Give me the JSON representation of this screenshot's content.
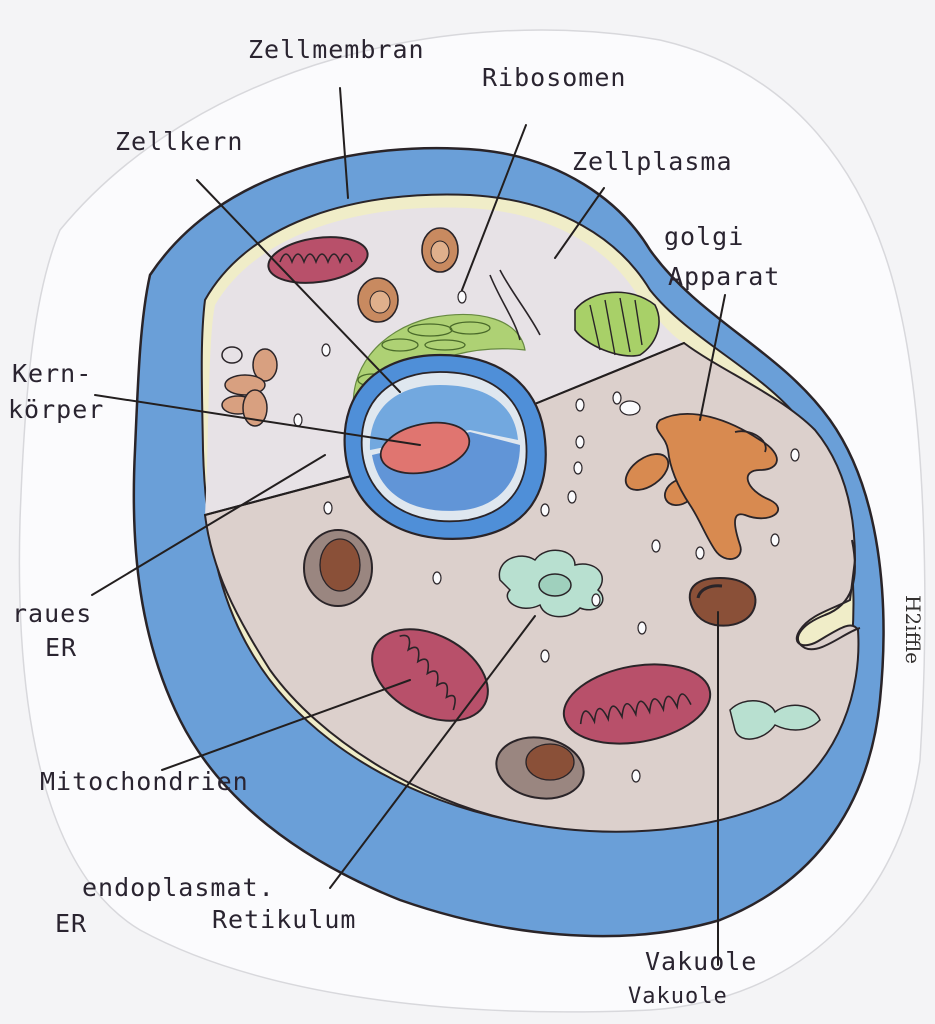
{
  "labels": {
    "zellmembran": "Zellmembran",
    "ribosomen": "Ribosomen",
    "zellkern": "Zellkern",
    "zellplasma": "Zellplasma",
    "golgi_line1": "golgi",
    "golgi_line2": "Apparat",
    "kernkoerper_line1": "Kern-",
    "kernkoerper_line2": "körper",
    "raues_er_line1": "raues",
    "raues_er_line2": "ER",
    "mitochondrien": "Mitochondrien",
    "endo_er_line1": "endoplasmat.",
    "endo_er_line2": "ER",
    "endo_retikulum": "Retikulum",
    "vakuole_line1": "Vakuole",
    "vakuole_line2": "Vakuole"
  },
  "signature": "H2iffle",
  "colors": {
    "paper": "#f4f4f6",
    "membrane_blue": "#6a9fd8",
    "cytoplasm": "#e4e0e4",
    "cut_surface": "#d8ccc8",
    "nucleus_blue": "#4f8fd8",
    "nucleolus": "#e07570",
    "mitochondria": "#b8506a",
    "golgi": "#d88a50",
    "er_green": "#a8d068",
    "smooth_er": "#6cb8a0",
    "vacuole_brown": "#8a5038",
    "outline": "#2a2428"
  }
}
